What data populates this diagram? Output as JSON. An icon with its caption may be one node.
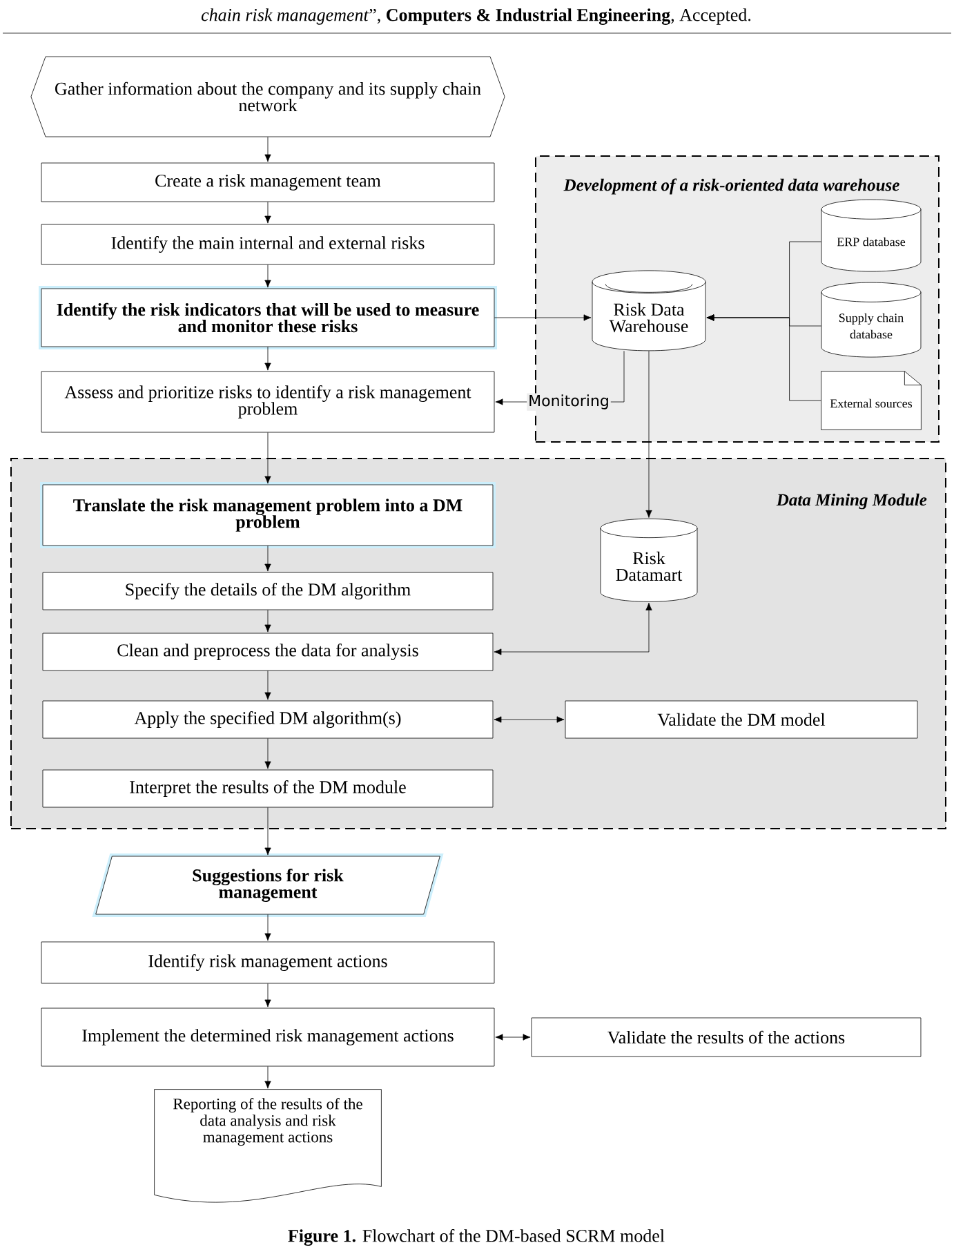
{
  "diagram": {
    "caption": "**Figure 1.** Flowchart of the DM-based SCRM model",
    "nodes": [
      {
        "text": [
          "Gather information about the company and its supply chain network"
        ]
      },
      {
        "text": [
          "Create a risk management team"
        ]
      },
      {
        "text": [
          "Identify the main internal and external risks"
        ]
      },
      {
        "text": [
          "Identify the risk indicators that will be used to measure and monitor these risks"
        ]
      },
      {
        "text": [
          "Assess and prioritize risks to identify a risk management problem"
        ]
      },
      {
        "text": [
          "Development of a risk-oriented data warehouse"
        ]
      },
      {
        "text": [
          "Risk Data Warehouse"
        ],
        "in": 5
      },
      {
        "text": [
          "ERP database"
        ],
        "in": 5
      },
      {
        "text": [
          "Supply chain database"
        ],
        "in": 5
      },
      {
        "text": [
          "External sources"
        ],
        "in": 5
      },
      {
        "text": [
          "Data Mining Module"
        ]
      },
      {
        "text": [
          "Translate the risk management problem into a DM problem"
        ],
        "in": 10
      },
      {
        "text": [
          "Risk Datamart"
        ],
        "in": 10
      },
      {
        "text": [
          "Specify the details of the DM algorithm"
        ],
        "in": 10
      },
      {
        "text": [
          "Clean and preprocess the data for analysis"
        ],
        "in": 10
      },
      {
        "text": [
          "Apply the specified DM algorithm(s)"
        ],
        "in": 10
      },
      {
        "text": [
          "Validate the DM model"
        ],
        "in": 10
      },
      {
        "text": [
          "Interpret the results of the DM module"
        ],
        "in": 10
      },
      {
        "text": [
          "Suggestions for risk management"
        ]
      },
      {
        "text": [
          "Identify risk management actions"
        ]
      },
      {
        "text": [
          "Implement the determined risk management actions"
        ]
      },
      {
        "text": [
          "Validate the results of the actions"
        ]
      },
      {
        "text": [
          "Reporting of the results of the data analysis and risk management actions"
        ]
      }
    ],
    "edges": [
      {
        "from": 0,
        "to": 1,
        "arrow": "to"
      },
      {
        "from": 1,
        "to": 2,
        "arrow": "to"
      },
      {
        "from": 2,
        "to": 3,
        "arrow": "to"
      },
      {
        "from": 3,
        "to": 4,
        "arrow": "to"
      },
      {
        "from": 3,
        "to": 6,
        "arrow": "to"
      },
      {
        "from": 7,
        "to": 6,
        "arrow": "to"
      },
      {
        "from": 8,
        "to": 6,
        "arrow": "to"
      },
      {
        "from": 9,
        "to": 6,
        "arrow": "to"
      },
      {
        "from": 6,
        "to": 4,
        "arrow": "to",
        "label": "Monitoring"
      },
      {
        "from": 4,
        "to": 11,
        "arrow": "to"
      },
      {
        "from": 6,
        "to": 12,
        "arrow": "to"
      },
      {
        "from": 11,
        "to": 13,
        "arrow": "to"
      },
      {
        "from": 13,
        "to": 14,
        "arrow": "to"
      },
      {
        "from": 14,
        "to": 12,
        "arrow": "both"
      },
      {
        "from": 14,
        "to": 15,
        "arrow": "to"
      },
      {
        "from": 15,
        "to": 16,
        "arrow": "both"
      },
      {
        "from": 15,
        "to": 17,
        "arrow": "to"
      },
      {
        "from": 17,
        "to": 18,
        "arrow": "to"
      },
      {
        "from": 18,
        "to": 19,
        "arrow": "to"
      },
      {
        "from": 19,
        "to": 20,
        "arrow": "to"
      },
      {
        "from": 20,
        "to": 21,
        "arrow": "both"
      },
      {
        "from": 20,
        "to": 22,
        "arrow": "to"
      }
    ],
    "labels": [
      "*chain risk management*”, **Computers & Industrial Engineering**, Accepted."
    ]
  }
}
